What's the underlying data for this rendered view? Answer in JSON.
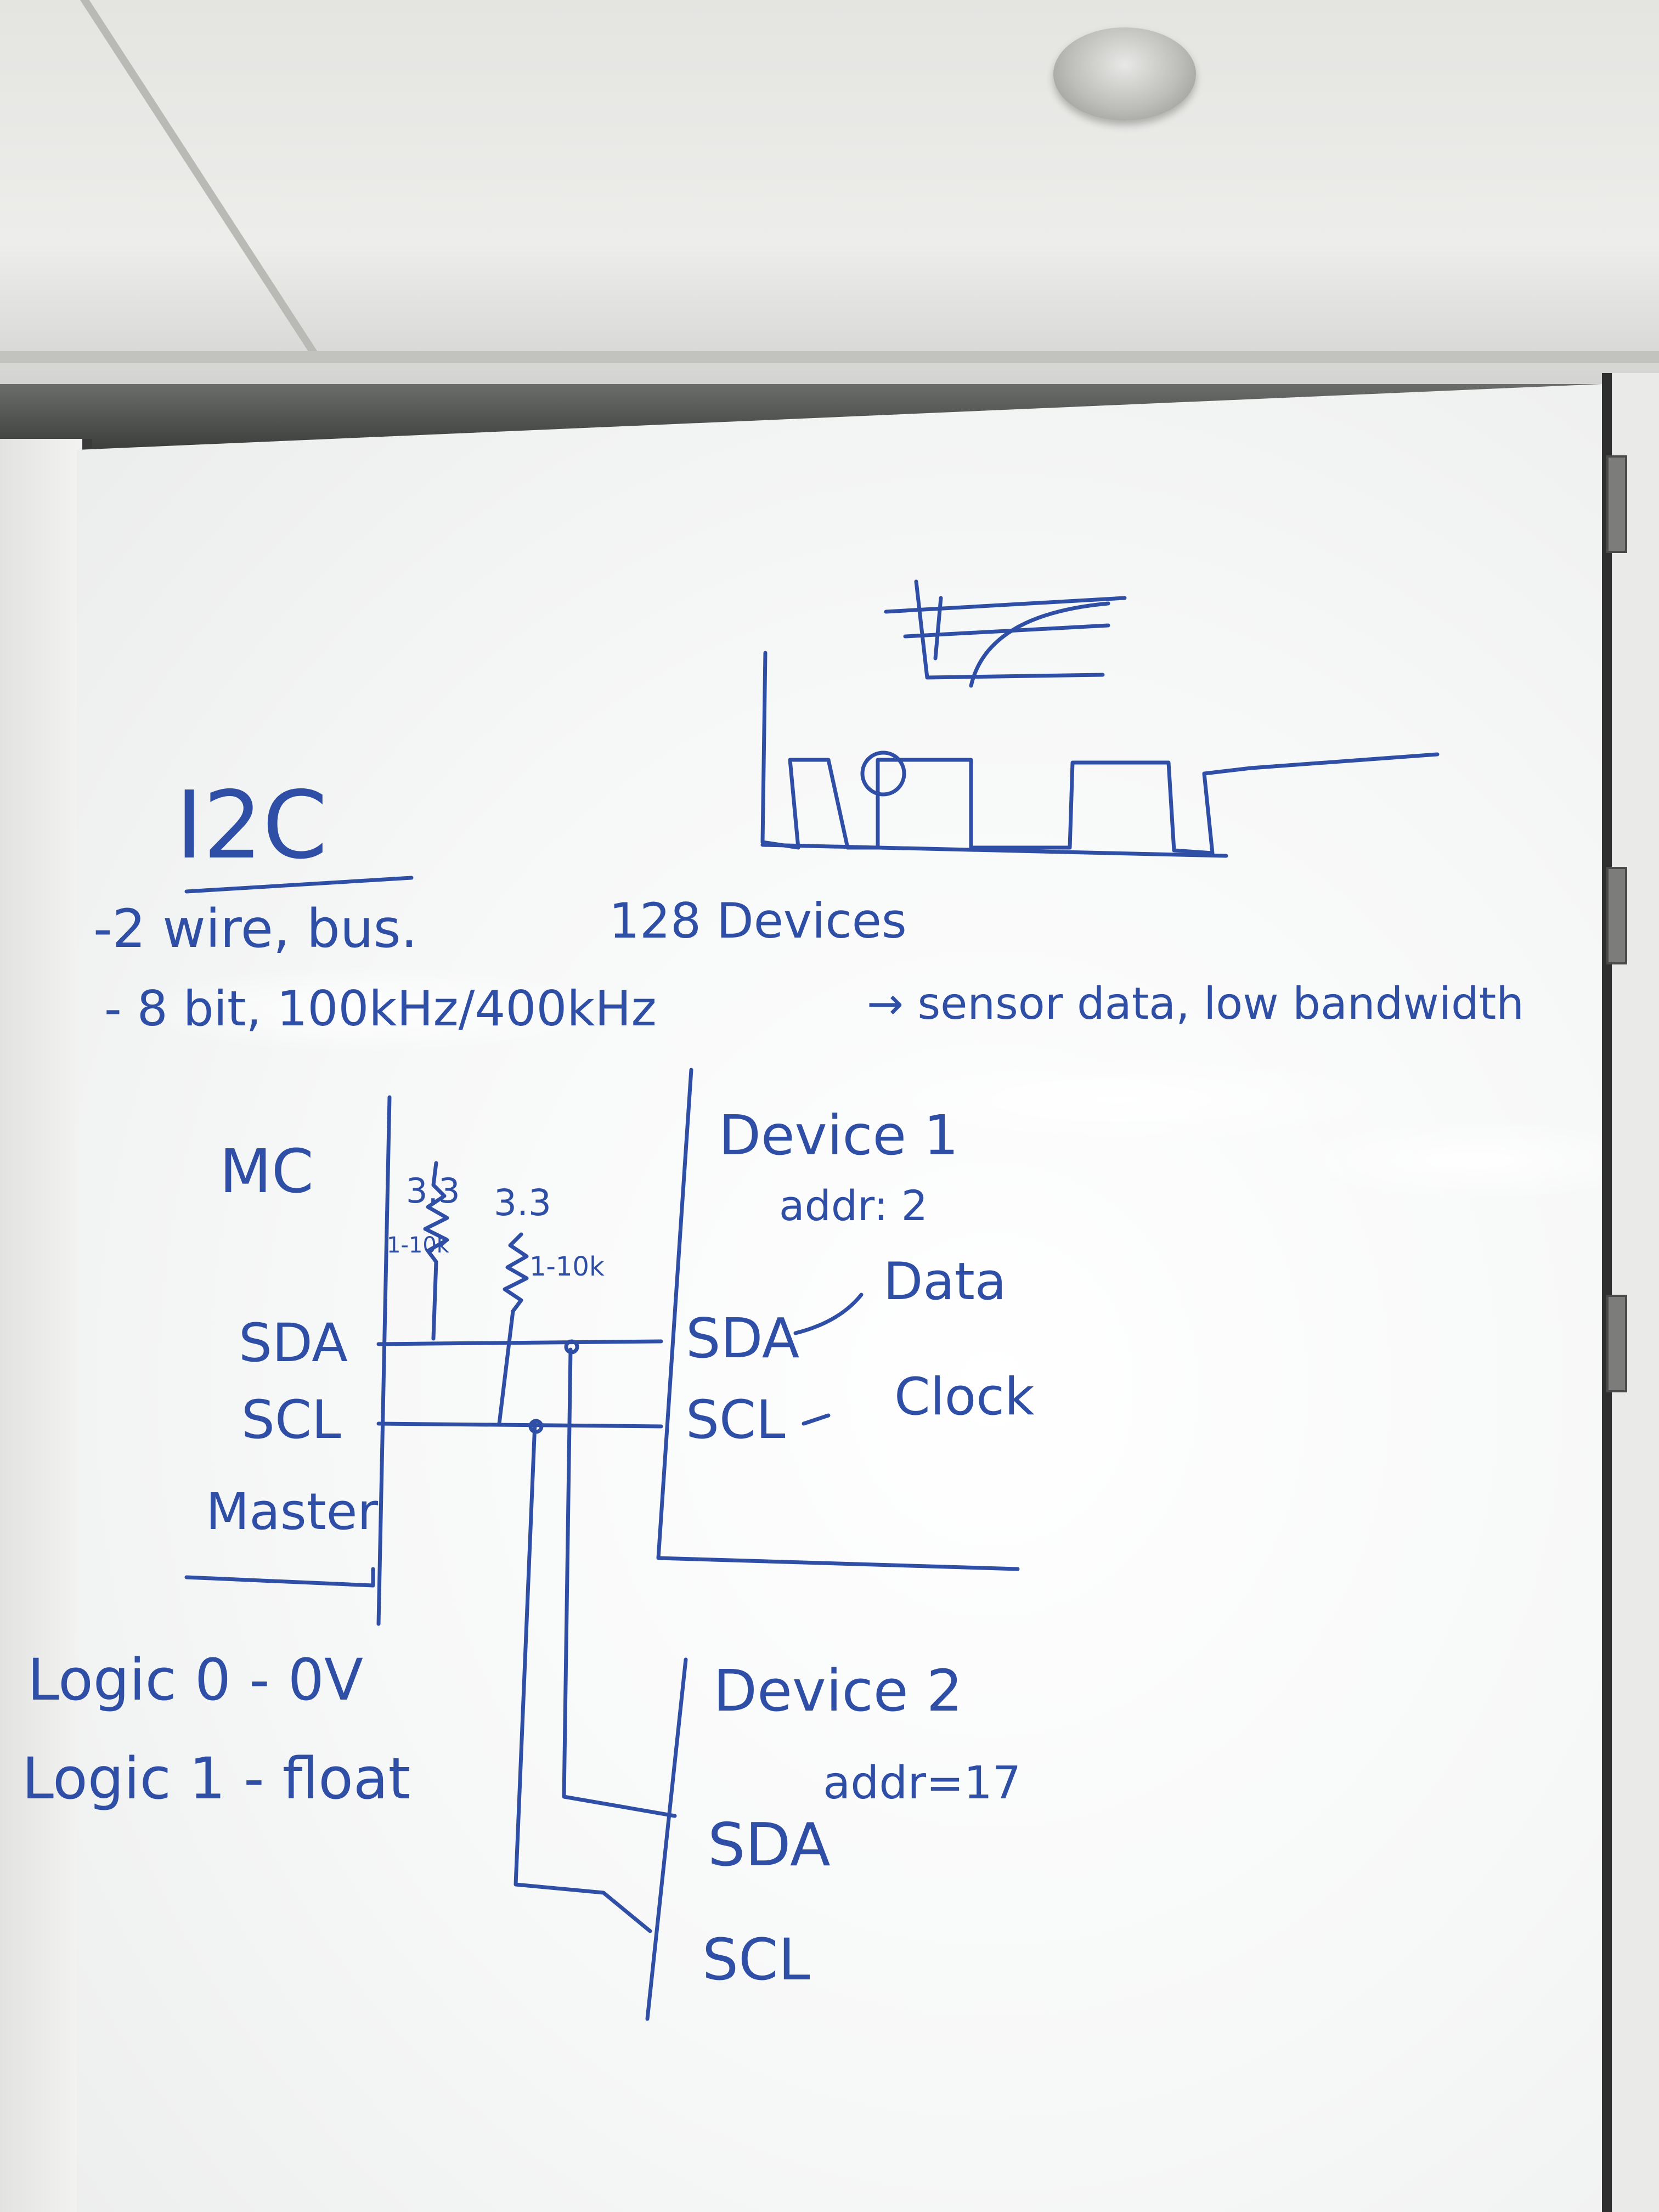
{
  "title": "I2C",
  "notes": {
    "line1": "-2 wire, bus.",
    "devices": "128 Devices",
    "line2": "- 8 bit, 100kHz/400kHz",
    "line2b": "→ sensor data, low bandwidth"
  },
  "master": {
    "label_top": "MC",
    "v1": "3.3",
    "v2": "3.3",
    "r1": "1-10k",
    "r2": "1-10k",
    "sda": "SDA",
    "scl": "SCL",
    "label_bottom": "Master"
  },
  "device1": {
    "name": "Device 1",
    "addr": "addr: 2",
    "sda": "SDA",
    "scl": "SCL",
    "sda_note": "Data",
    "scl_note": "Clock"
  },
  "device2": {
    "name": "Device 2",
    "addr": "addr=17",
    "sda": "SDA",
    "scl": "SCL"
  },
  "logic": {
    "zero": "Logic 0 - 0V",
    "one": "Logic 1 - float"
  },
  "colors": {
    "marker": "#2f4ea6",
    "board": "#f7f8f8"
  }
}
